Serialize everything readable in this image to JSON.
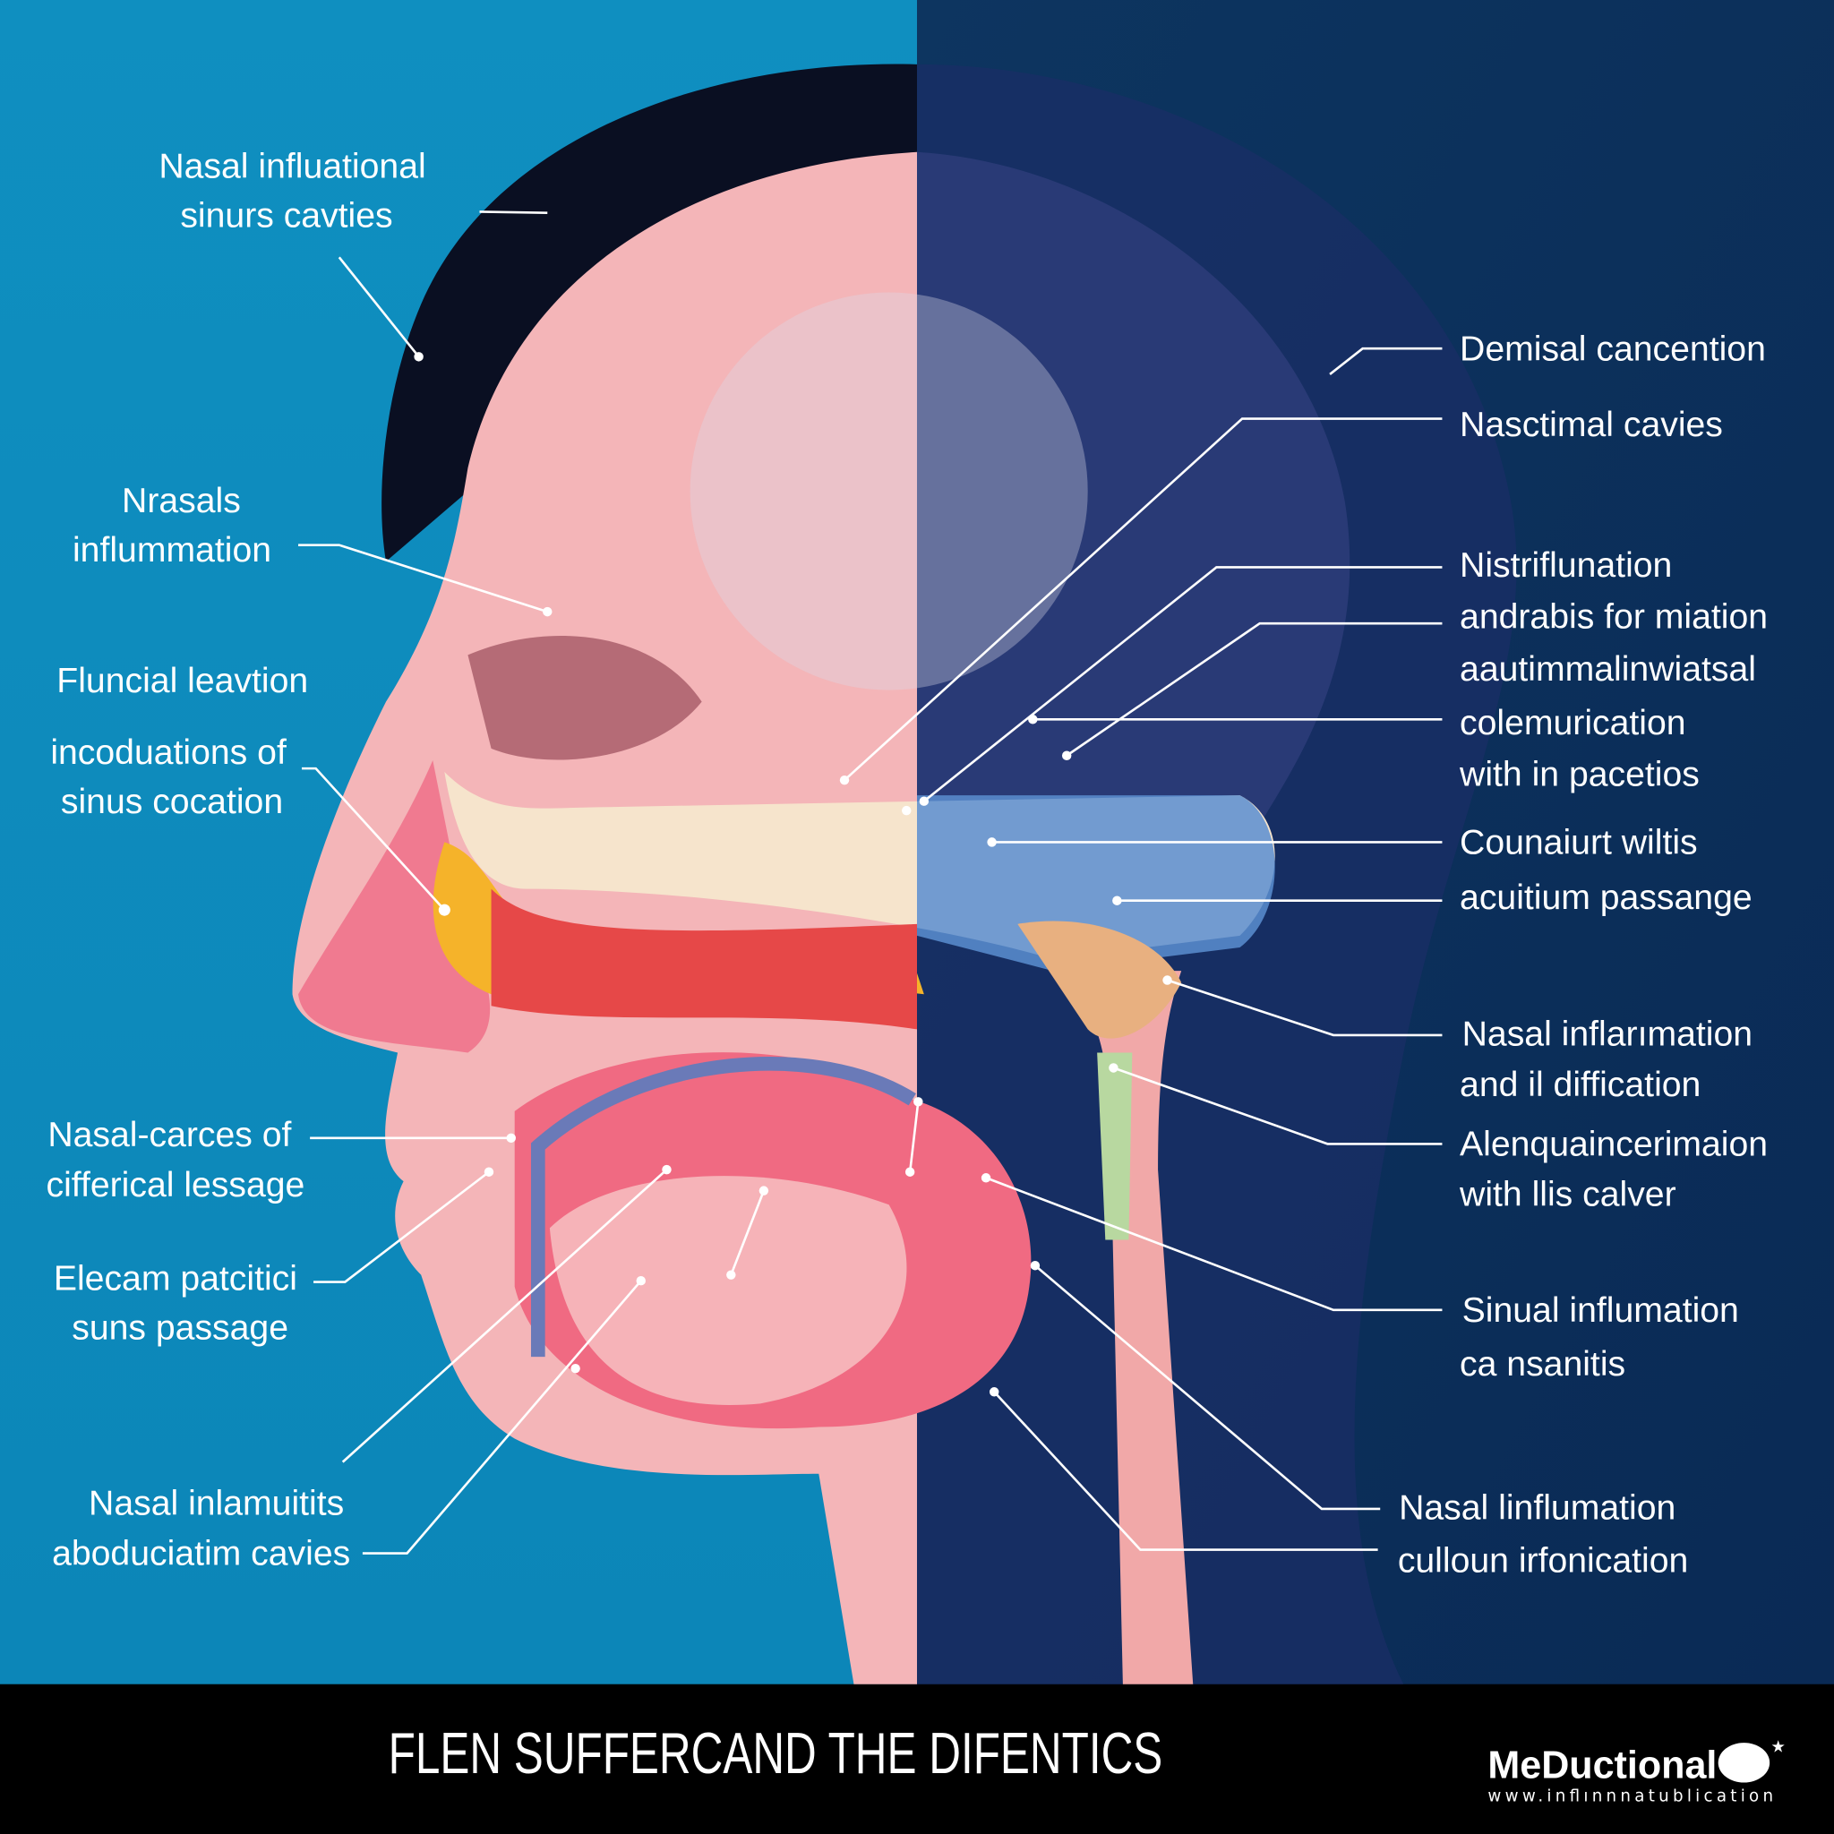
{
  "left_labels": [
    {
      "lines": [
        "Nasal influational",
        "sinurs cavties"
      ]
    },
    {
      "lines": [
        "Nrasals",
        "inflummation"
      ]
    },
    {
      "lines": [
        "Fluncial leavtion"
      ]
    },
    {
      "lines": [
        "incoduations of",
        "sinus cocation"
      ]
    },
    {
      "lines": [
        "Nasal-carces of",
        "cifferical lessage"
      ]
    },
    {
      "lines": [
        "Elecam patcitici",
        "suns passage"
      ]
    },
    {
      "lines": [
        "Nasal inlamuitits",
        "aboduciatim cavies"
      ]
    }
  ],
  "right_labels": [
    {
      "lines": [
        "Demisal cancention"
      ]
    },
    {
      "lines": [
        "Nasctimal cavies"
      ]
    },
    {
      "lines": [
        "Nistriflunation",
        "andrabis for miation",
        "aautimmalinwiatsal",
        "colemurication",
        "with in pacetios"
      ]
    },
    {
      "lines": [
        "Counaiurt wiltis"
      ]
    },
    {
      "lines": [
        "acuitium passange"
      ]
    },
    {
      "lines": [
        "Nasal inflarımation",
        "and il diffication"
      ]
    },
    {
      "lines": [
        "Alenquaincerimaion",
        "with llis calver"
      ]
    },
    {
      "lines": [
        "Sinual influmation",
        "ca nsanitis"
      ]
    },
    {
      "lines": [
        "Nasal linflumation",
        "culloun irfonication"
      ]
    }
  ],
  "footer": {
    "title": "FLEN SUFFERCAND THE DIFENTICS",
    "logo_name": "MeDuctional",
    "logo_url": "www.inflınnnatublication"
  },
  "colors": {
    "left_bg": "#0e8fbf",
    "right_bg": "#0b2e5e",
    "footer_bg": "#000000"
  }
}
